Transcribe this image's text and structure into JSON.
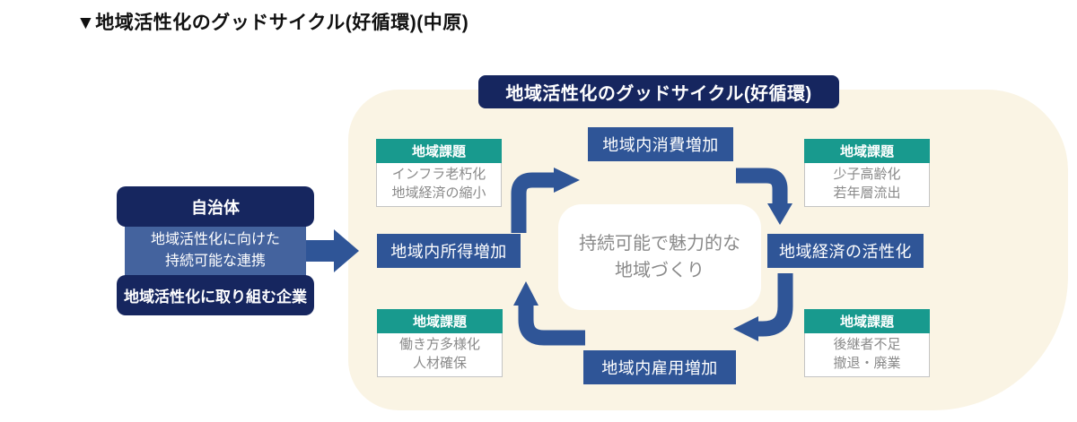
{
  "page_title": "▼地域活性化のグッドサイクル(好循環)(中原)",
  "diagram": {
    "header": "地域活性化のグッドサイクル(好循環)",
    "center_box": {
      "lines": [
        "持続可能で魅力的な",
        "地域づくり"
      ]
    },
    "nodes": [
      {
        "position": "top",
        "label": "地域内消費増加"
      },
      {
        "position": "right",
        "label": "地域経済の活性化"
      },
      {
        "position": "bottom",
        "label": "地域内雇用増加"
      },
      {
        "position": "left",
        "label": "地域内所得増加"
      }
    ],
    "issue_boxes": [
      {
        "position": "top-left",
        "header": "地域課題",
        "lines": [
          "インフラ老朽化",
          "地域経済の縮小"
        ]
      },
      {
        "position": "top-right",
        "header": "地域課題",
        "lines": [
          "少子高齢化",
          "若年層流出"
        ]
      },
      {
        "position": "bottom-left",
        "header": "地域課題",
        "lines": [
          "働き方多様化",
          "人材確保"
        ]
      },
      {
        "position": "bottom-right",
        "header": "地域課題",
        "lines": [
          "後継者不足",
          "撤退・廃業"
        ]
      }
    ],
    "left_group": {
      "government": "自治体",
      "link_lines": [
        "地域活性化に向けた",
        "持続可能な連携"
      ],
      "company": "地域活性化に取り組む企業"
    }
  },
  "colors": {
    "navy": "#16265f",
    "node_blue": "#2f5597",
    "link_blue": "#44639e",
    "teal": "#189a8e",
    "cream_background": "#faf4e4",
    "gray_text": "#8a8a8a"
  }
}
